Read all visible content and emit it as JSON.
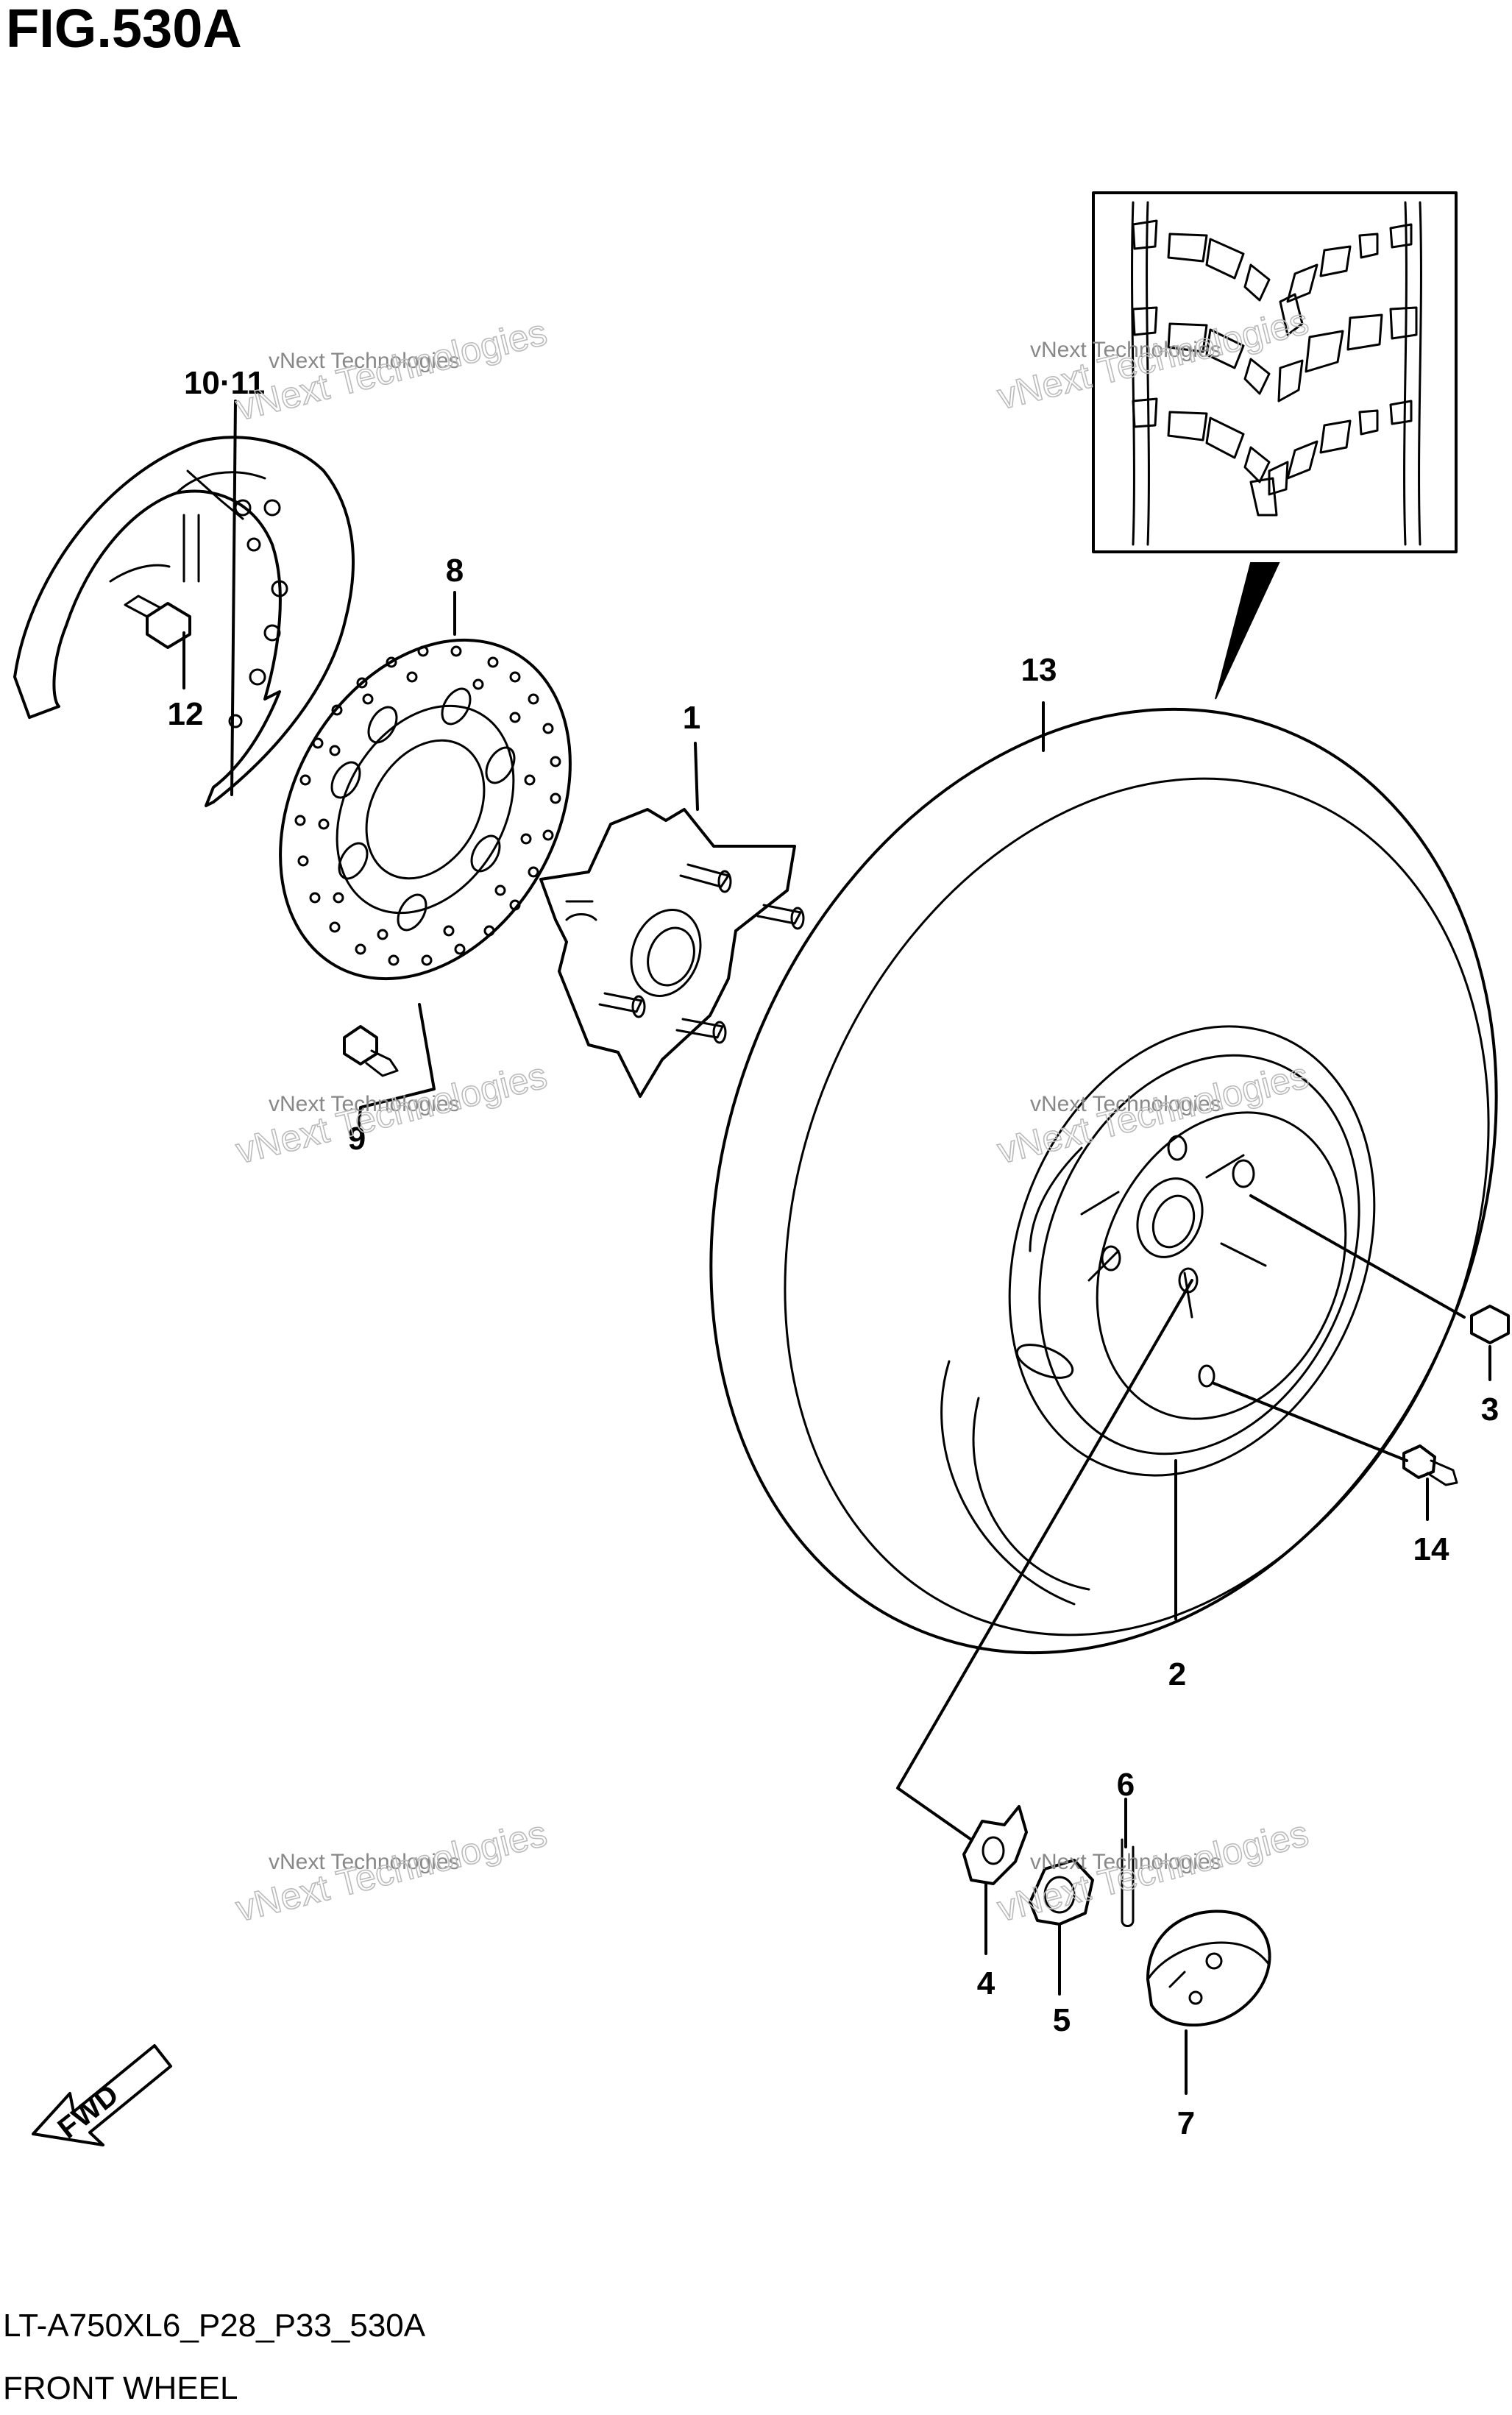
{
  "figure": {
    "title": "FIG.530A",
    "code": "LT-A750XL6_P28_P33_530A",
    "name": "FRONT WHEEL",
    "fwd_label": "FWD"
  },
  "callouts": {
    "p1": "1",
    "p2": "2",
    "p3": "3",
    "p4": "4",
    "p5": "5",
    "p6": "6",
    "p7": "7",
    "p8": "8",
    "p9": "9",
    "p10_11": "10·11",
    "p12": "12",
    "p13": "13",
    "p14": "14"
  },
  "watermark": {
    "line1": "vNext Technologies",
    "line2": "vNext Technologies"
  },
  "icons": {
    "fwd_arrow": "arrow-down-left-icon"
  }
}
